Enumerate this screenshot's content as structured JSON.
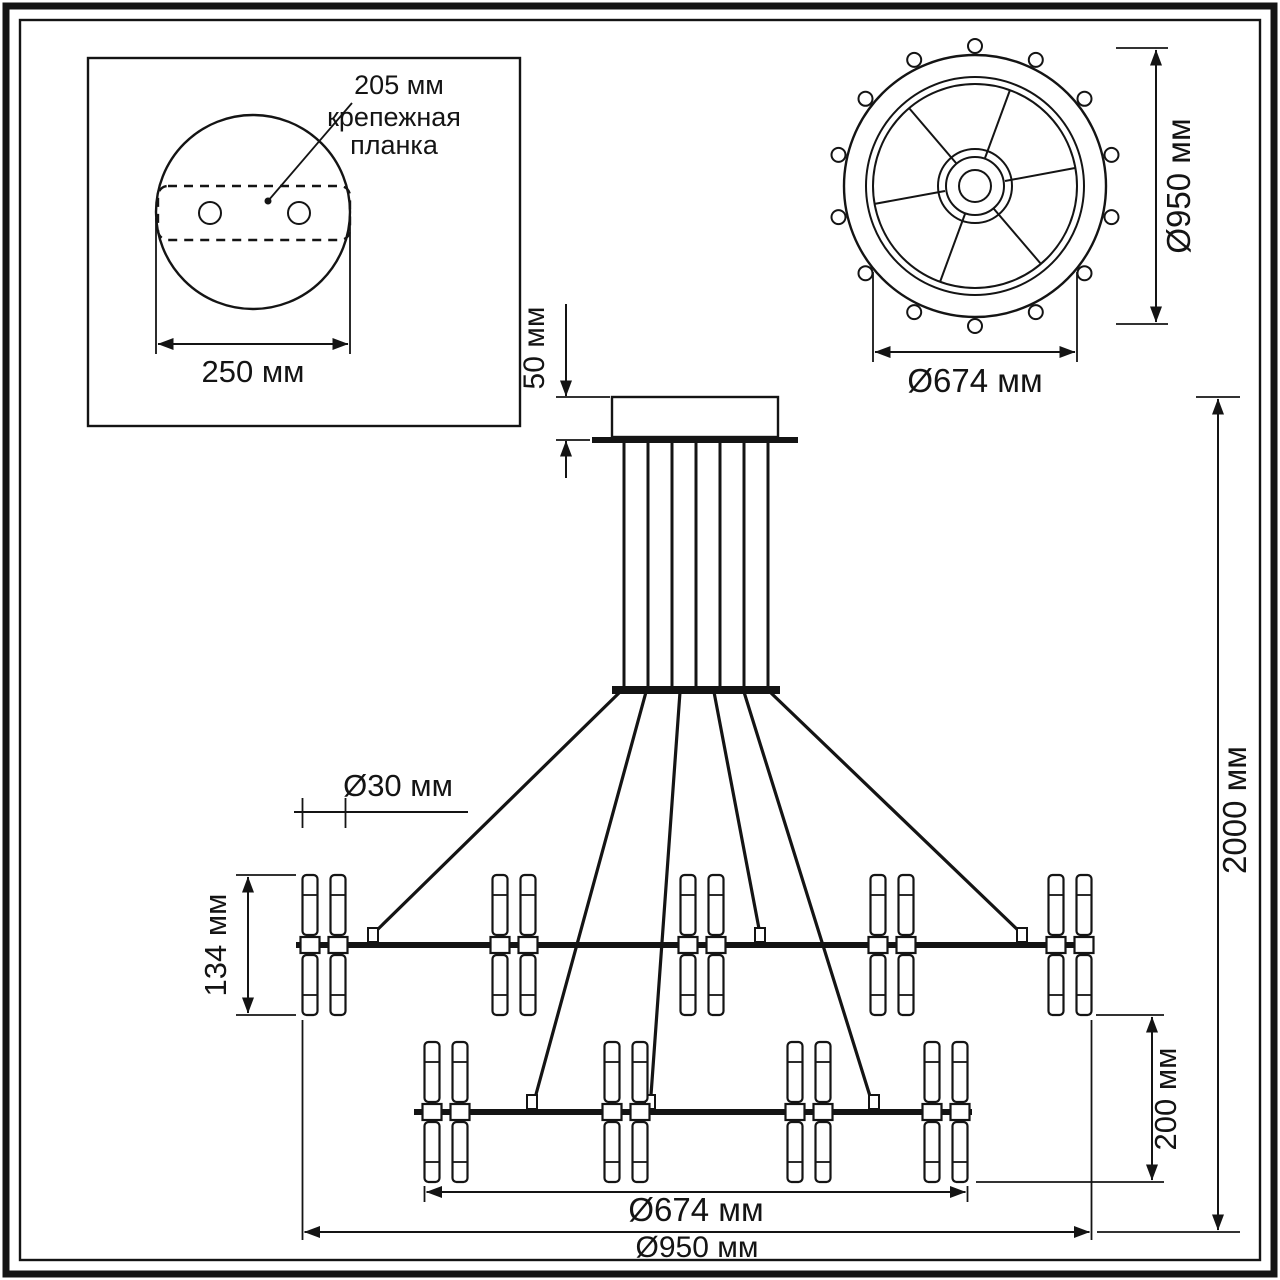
{
  "detail_box": {
    "dim_205": "205 мм",
    "bracket_line1": "крепежная",
    "bracket_line2": "планка",
    "dim_250": "250 мм"
  },
  "top_view": {
    "dim_outer_diameter": "Ø950 мм",
    "dim_inner_diameter": "Ø674 мм"
  },
  "side_view": {
    "dim_canopy_height": "50 мм",
    "dim_lamp_diameter": "Ø30 мм",
    "dim_upper_lamp_height": "134 мм",
    "dim_lower_lamp_height": "200 мм",
    "dim_inner_ring": "Ø674 мм",
    "dim_outer_ring": "Ø950 мм",
    "dim_total_height": "2000 мм"
  },
  "colors": {
    "ink": "#141414",
    "paper": "#ffffff"
  }
}
